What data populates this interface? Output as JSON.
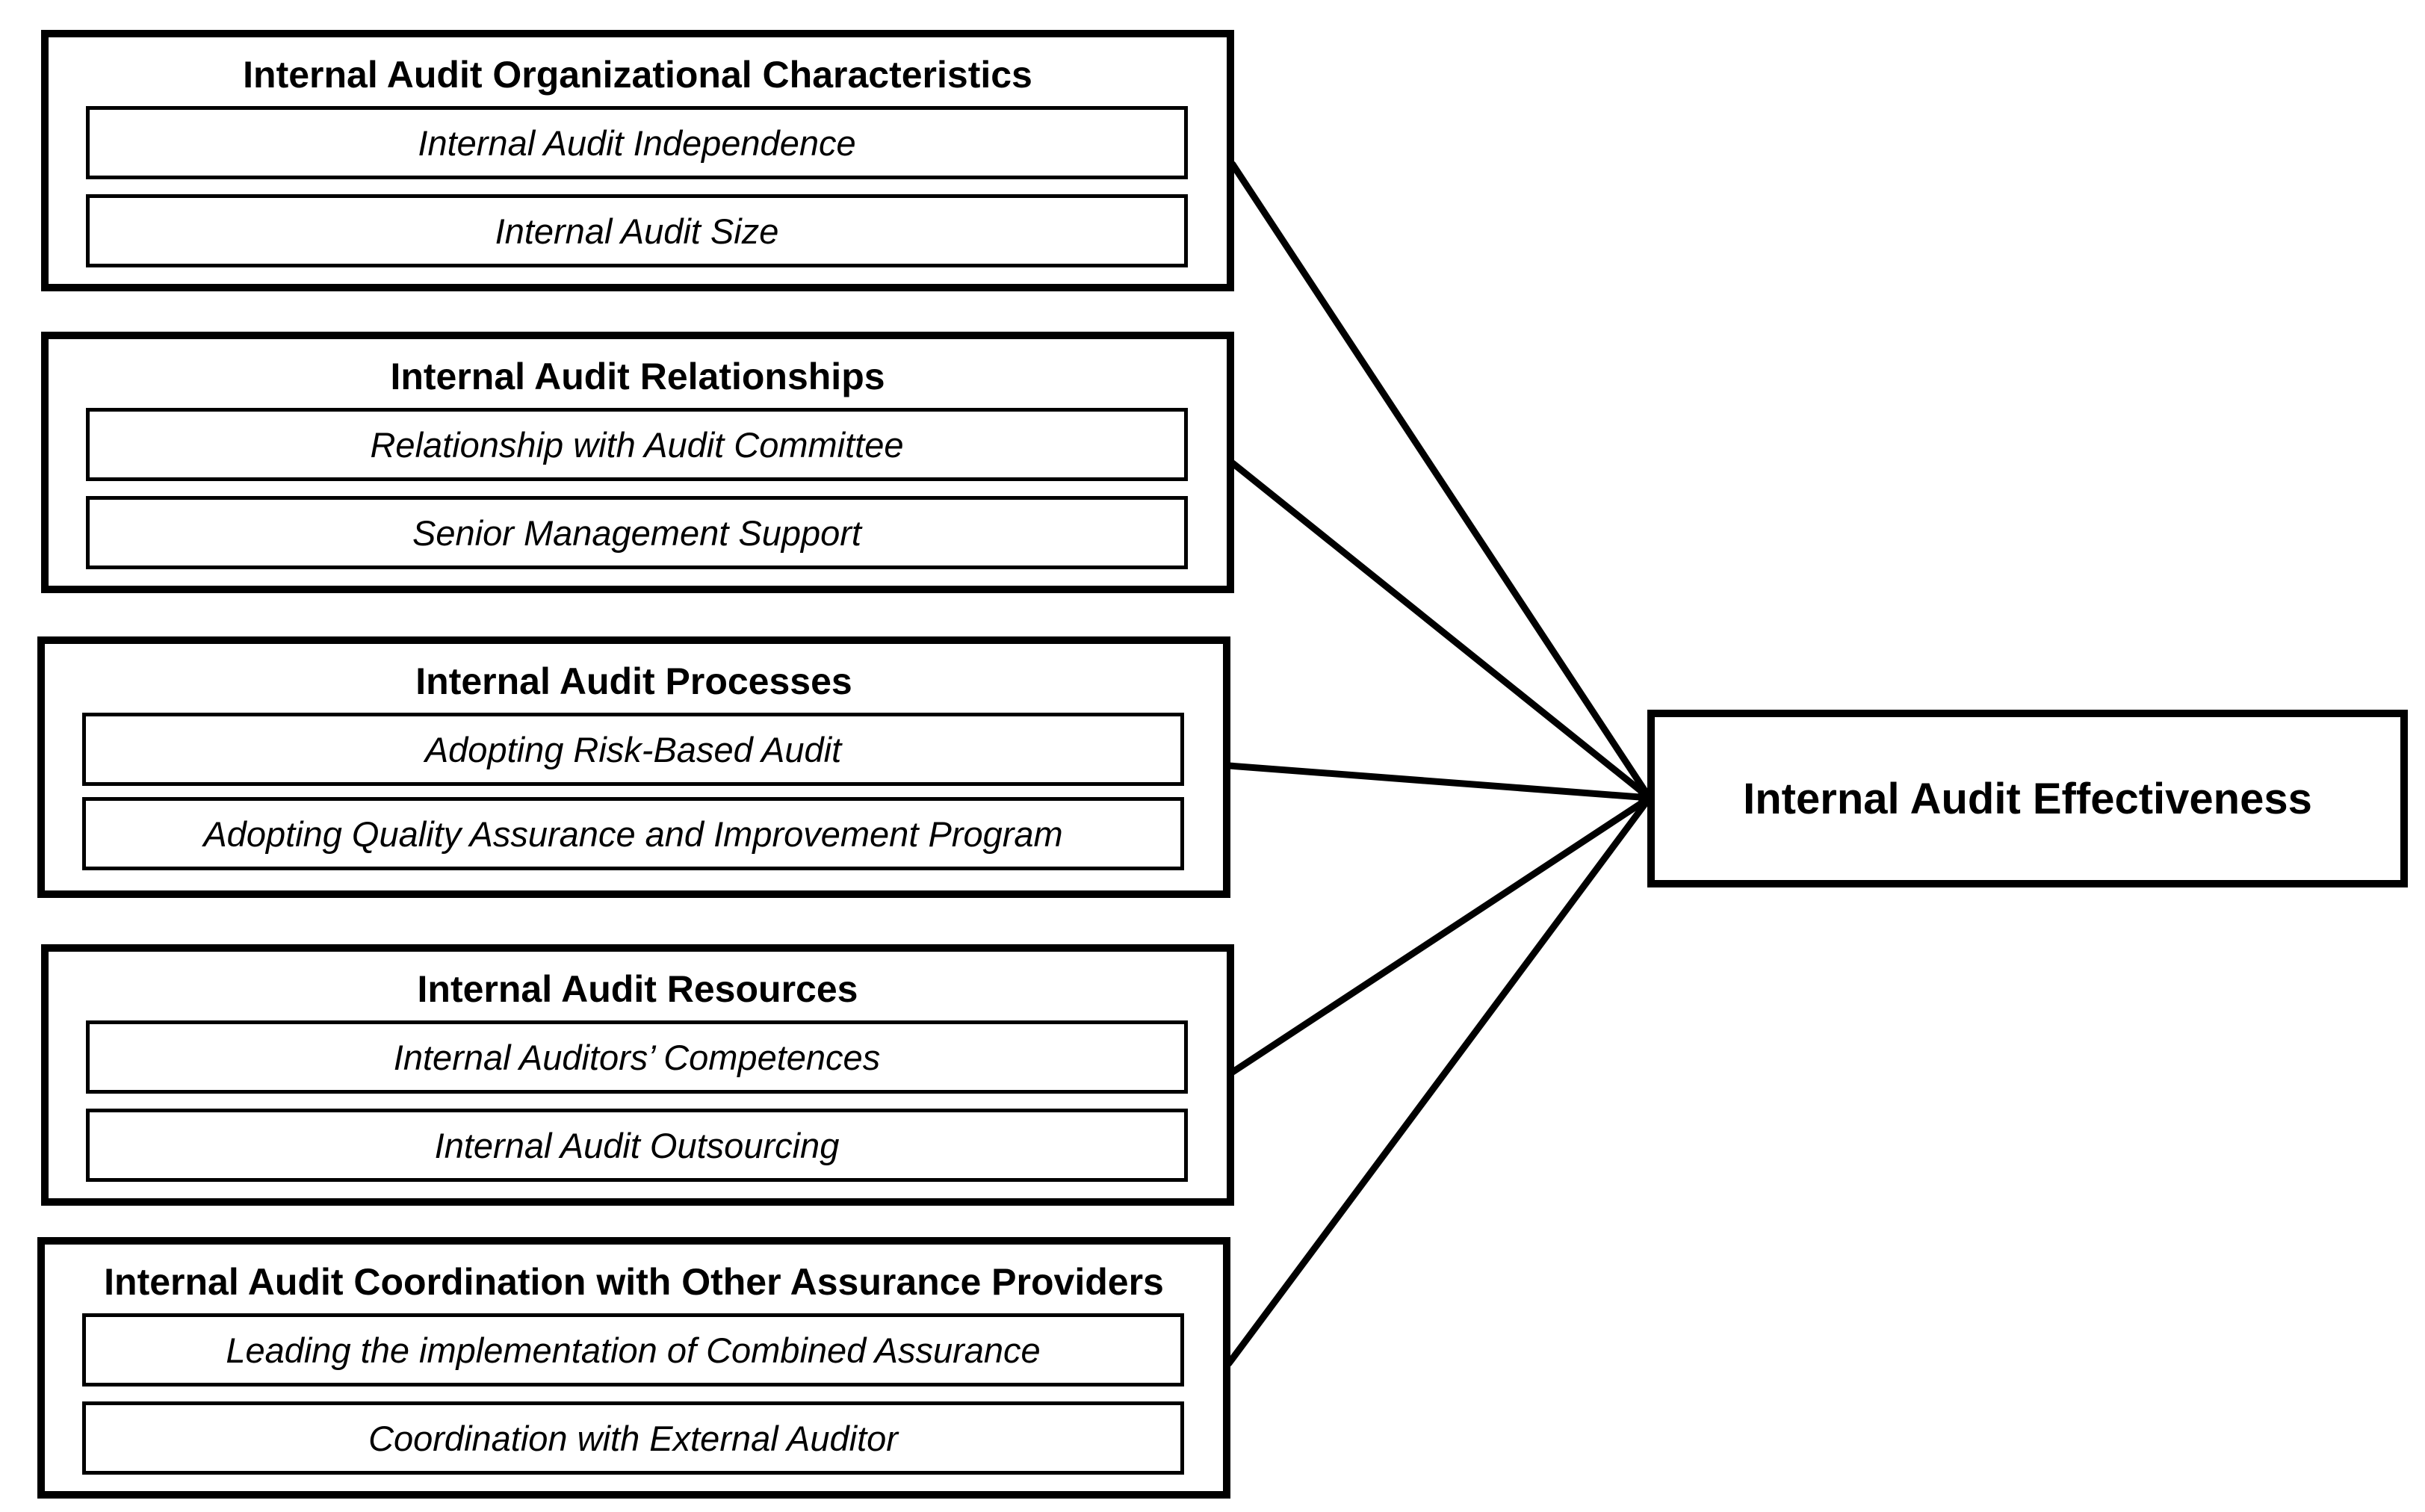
{
  "groups": [
    {
      "title": "Internal Audit Organizational Characteristics",
      "items": [
        "Internal Audit Independence",
        "Internal Audit Size"
      ]
    },
    {
      "title": "Internal Audit Relationships",
      "items": [
        "Relationship with Audit Committee",
        "Senior Management Support"
      ]
    },
    {
      "title": "Internal Audit Processes",
      "items": [
        "Adopting Risk-Based Audit",
        "Adopting Quality Assurance and Improvement Program"
      ]
    },
    {
      "title": "Internal Audit Resources",
      "items": [
        "Internal Auditors’ Competences",
        "Internal Audit Outsourcing"
      ]
    },
    {
      "title": "Internal Audit Coordination with Other Assurance Providers",
      "items": [
        "Leading the implementation of Combined Assurance",
        "Coordination with External Auditor"
      ]
    }
  ],
  "outcome": {
    "label": "Internal Audit Effectiveness"
  },
  "colors": {
    "stroke": "#000000",
    "background": "#ffffff"
  }
}
